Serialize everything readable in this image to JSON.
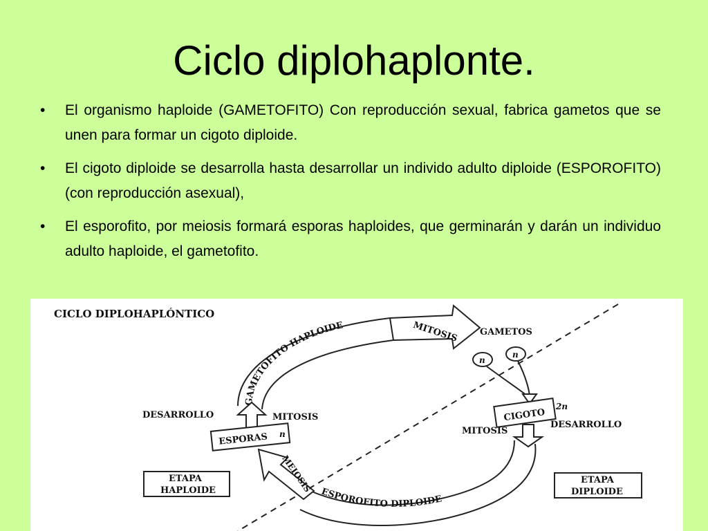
{
  "slide": {
    "title": "Ciclo diplohaplonte.",
    "bullets": [
      "El organismo haploide (GAMETOFITO) Con reproducción sexual, fabrica gametos que se unen para formar un cigoto diploide.",
      "El cigoto diploide se desarrolla hasta desarrollar un individo adulto diploide (ESPOROFITO) (con reproducción asexual),",
      "El esporofito, por meiosis formará esporas haploides, que germinarán y darán un individuo adulto haploide, el gametofito."
    ],
    "bullet_symbol": "•"
  },
  "diagram": {
    "heading": "CICLO DIPLOHAPLÓNTICO",
    "arc_top": "GAMETOFITO  HAPLOIDE",
    "arc_bottom": "ESPOROFITO  DIPLOIDE",
    "mitosis_arrow": "MITOSIS",
    "gametos": "GAMETOS",
    "gamete_label": "n",
    "cigoto": "CIGOTO",
    "cigoto_ploidy": "2n",
    "desarrollo_right": "DESARROLLO",
    "mitosis_right": "MITOSIS",
    "desarrollo_left": "DESARROLLO",
    "mitosis_left": "MITOSIS",
    "esporas": "ESPORAS",
    "esporas_ploidy": "n",
    "meiosis": "MEIOSIS",
    "etapa_haploide_1": "ETAPA",
    "etapa_haploide_2": "HAPLOIDE",
    "etapa_diploide_1": "ETAPA",
    "etapa_diploide_2": "DIPLOIDE"
  }
}
